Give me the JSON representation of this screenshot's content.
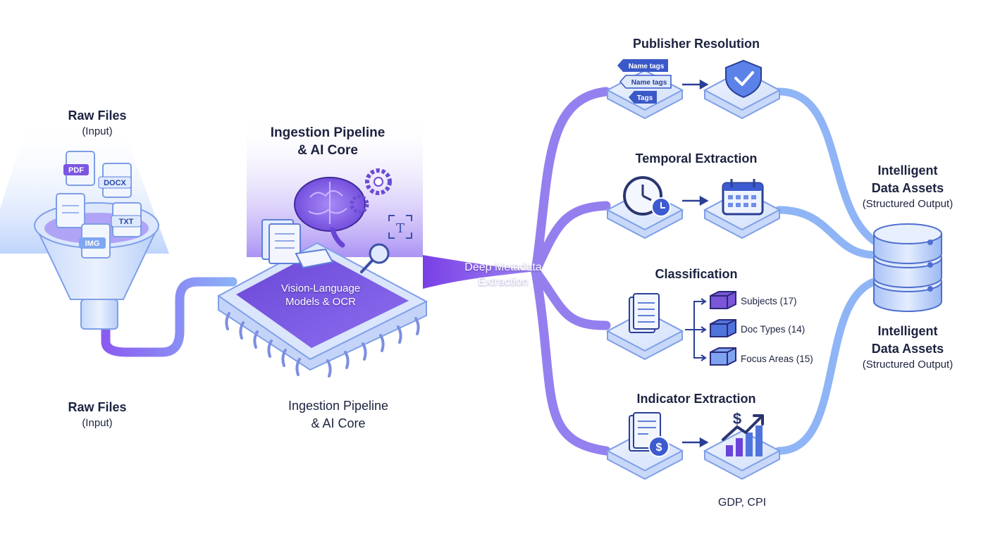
{
  "diagram": {
    "raw_files": {
      "title": "Raw Files",
      "subtitle": "(Input)"
    },
    "raw_files_repeat": {
      "title": "Raw Files",
      "subtitle": "(Input)"
    },
    "file_types": [
      "PDF",
      "DOCX",
      "TXT",
      "IMG"
    ],
    "core": {
      "title_line1": "Ingestion Pipeline",
      "title_line2": "& AI Core",
      "chip_line1": "Vision-Language",
      "chip_line2": "Models & OCR"
    },
    "core_repeat": {
      "title_line1": "Ingestion Pipeline",
      "title_line2": "& AI Core"
    },
    "core_icon_text": "T",
    "stream": {
      "line1": "Deep Metadata",
      "line2": "Extraction"
    },
    "publisher": {
      "title": "Publisher Resolution",
      "tags": [
        "Name tags",
        "Name tags",
        "Tags"
      ]
    },
    "temporal": {
      "title": "Temporal Extraction"
    },
    "classification": {
      "title": "Classification",
      "items": [
        "Subjects (17)",
        "Doc Types (14)",
        "Focus Areas (15)"
      ]
    },
    "indicator": {
      "title": "Indicator Extraction",
      "caption": "GDP, CPI",
      "currency_symbol": "$"
    },
    "output": {
      "title_line1": "Intelligent",
      "title_line2": "Data Assets",
      "subtitle": "(Structured Output)"
    },
    "output_repeat": {
      "title_line1": "Intelligent",
      "title_line2": "Data Assets",
      "subtitle": "(Structured Output)"
    },
    "colors": {
      "accent_purple": "#7b4fe0",
      "accent_blue": "#7aa8f5",
      "navy": "#26346e",
      "light_blue": "#dde8fc"
    }
  }
}
